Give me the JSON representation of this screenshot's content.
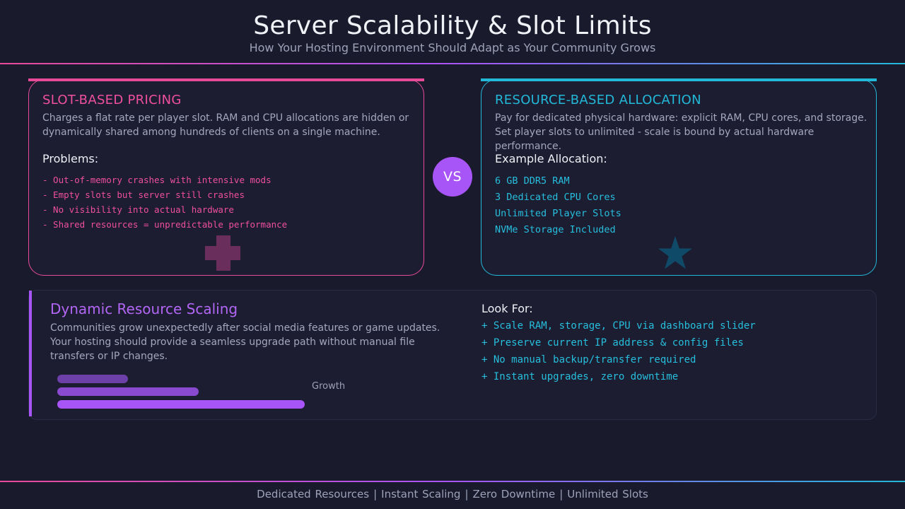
{
  "header": {
    "title": "Server Scalability & Slot Limits",
    "subtitle": "How Your Hosting Environment Should Adapt as Your Community Grows"
  },
  "slot_card": {
    "title": "SLOT-BASED PRICING",
    "description": "Charges a flat rate per player slot. RAM and CPU allocations are hidden or dynamically shared among hundreds of clients on a single machine.",
    "subheading": "Problems:",
    "items": [
      "- Out-of-memory crashes with intensive mods",
      "- Empty slots but server still crashes",
      "- No visibility into actual hardware",
      "- Shared resources = unpredictable performance"
    ],
    "icon": "plus-icon",
    "accent_color": "#e84a9a"
  },
  "vs_badge": {
    "label": "VS",
    "color": "#a855f7"
  },
  "resource_card": {
    "title": "RESOURCE-BASED ALLOCATION",
    "description": "Pay for dedicated physical hardware: explicit RAM, CPU cores, and storage. Set player slots to unlimited - scale is bound by actual hardware performance.",
    "subheading": "Example Allocation:",
    "items": [
      "6 GB DDR5 RAM",
      "3 Dedicated CPU Cores",
      "Unlimited Player Slots",
      "NVMe Storage Included"
    ],
    "icon": "star-icon",
    "accent_color": "#22b8d8"
  },
  "scaling": {
    "title": "Dynamic Resource Scaling",
    "description": "Communities grow unexpectedly after social media features or game updates. Your hosting should provide a seamless upgrade path without manual file transfers or IP changes.",
    "growth_label": "Growth",
    "growth_levels": [
      0.29,
      0.57,
      1.0
    ],
    "lookfor_title": "Look For:",
    "lookfor_items": [
      "+ Scale RAM, storage, CPU via dashboard slider",
      "+ Preserve current IP address & config files",
      "+ No manual backup/transfer required",
      "+ Instant upgrades, zero downtime"
    ]
  },
  "footer": {
    "items": [
      "Dedicated Resources",
      "Instant Scaling",
      "Zero Downtime",
      "Unlimited Slots"
    ],
    "separator": "|"
  }
}
